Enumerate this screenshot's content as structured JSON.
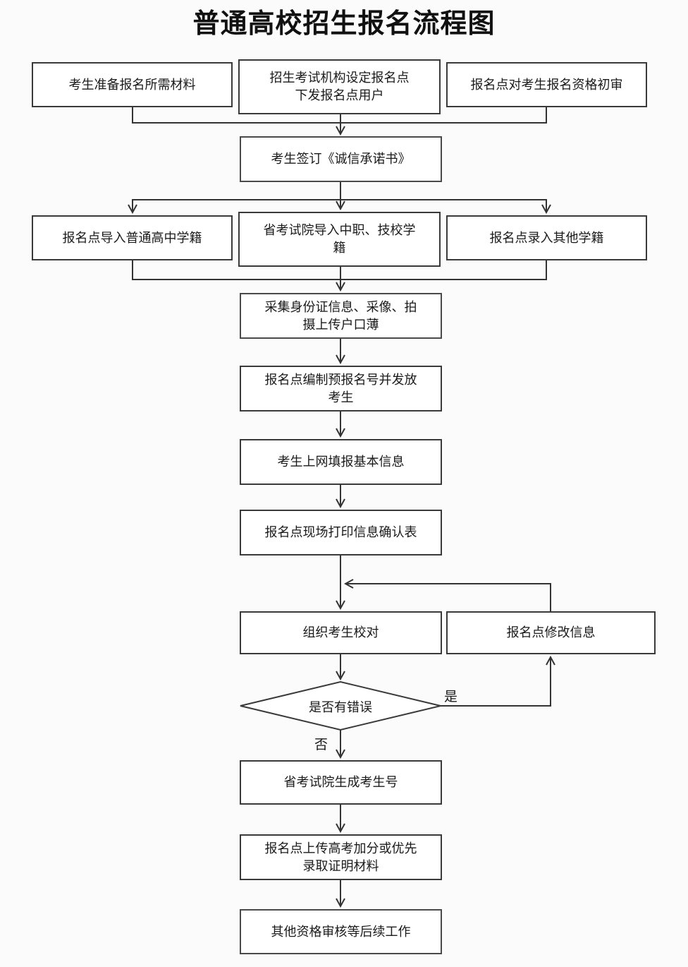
{
  "title": "普通高校招生报名流程图",
  "colors": {
    "background": "#fbfbfb",
    "box_fill": "#ffffff",
    "box_border": "#3a3a3a",
    "edge_stroke": "#333333",
    "text": "#1a1a1a"
  },
  "flow": {
    "nodes": [
      {
        "id": "prepare",
        "type": "process",
        "label": "考生准备报名所需材料"
      },
      {
        "id": "setup-site",
        "type": "process",
        "label": "招生考试机构设定报名点\n下发报名点用户"
      },
      {
        "id": "initial-review",
        "type": "process",
        "label": "报名点对考生报名资格初审"
      },
      {
        "id": "sign-promise",
        "type": "process",
        "label": "考生签订《诚信承诺书》"
      },
      {
        "id": "import-highschool",
        "type": "process",
        "label": "报名点导入普通高中学籍"
      },
      {
        "id": "import-vocational",
        "type": "process",
        "label": "省考试院导入中职、技校学\n籍"
      },
      {
        "id": "import-other",
        "type": "process",
        "label": "报名点录入其他学籍"
      },
      {
        "id": "collect-id",
        "type": "process",
        "label": "采集身份证信息、采像、拍\n摄上传户口薄"
      },
      {
        "id": "pre-number",
        "type": "process",
        "label": "报名点编制预报名号并发放\n考生"
      },
      {
        "id": "fill-online",
        "type": "process",
        "label": "考生上网填报基本信息"
      },
      {
        "id": "print-confirm",
        "type": "process",
        "label": "报名点现场打印信息确认表"
      },
      {
        "id": "organize-proofread",
        "type": "process",
        "label": "组织考生校对"
      },
      {
        "id": "modify-info",
        "type": "process",
        "label": "报名点修改信息"
      },
      {
        "id": "check-error",
        "type": "decision",
        "label": "是否有错误"
      },
      {
        "id": "generate-number",
        "type": "process",
        "label": "省考试院生成考生号"
      },
      {
        "id": "upload-bonus",
        "type": "process",
        "label": "报名点上传高考加分或优先\n录取证明材料"
      },
      {
        "id": "follow-up",
        "type": "process",
        "label": "其他资格审核等后续工作"
      }
    ],
    "decision": {
      "yes_label": "是",
      "no_label": "否"
    },
    "edges": [
      {
        "from": "prepare",
        "to": "sign-promise"
      },
      {
        "from": "setup-site",
        "to": "sign-promise"
      },
      {
        "from": "initial-review",
        "to": "sign-promise"
      },
      {
        "from": "sign-promise",
        "to": "import-highschool"
      },
      {
        "from": "sign-promise",
        "to": "import-vocational"
      },
      {
        "from": "sign-promise",
        "to": "import-other"
      },
      {
        "from": "import-highschool",
        "to": "collect-id"
      },
      {
        "from": "import-vocational",
        "to": "collect-id"
      },
      {
        "from": "import-other",
        "to": "collect-id"
      },
      {
        "from": "collect-id",
        "to": "pre-number"
      },
      {
        "from": "pre-number",
        "to": "fill-online"
      },
      {
        "from": "fill-online",
        "to": "print-confirm"
      },
      {
        "from": "print-confirm",
        "to": "organize-proofread"
      },
      {
        "from": "organize-proofread",
        "to": "check-error"
      },
      {
        "from": "check-error",
        "to": "modify-info",
        "label": "是"
      },
      {
        "from": "modify-info",
        "to": "organize-proofread"
      },
      {
        "from": "check-error",
        "to": "generate-number",
        "label": "否"
      },
      {
        "from": "generate-number",
        "to": "upload-bonus"
      },
      {
        "from": "upload-bonus",
        "to": "follow-up"
      }
    ]
  }
}
